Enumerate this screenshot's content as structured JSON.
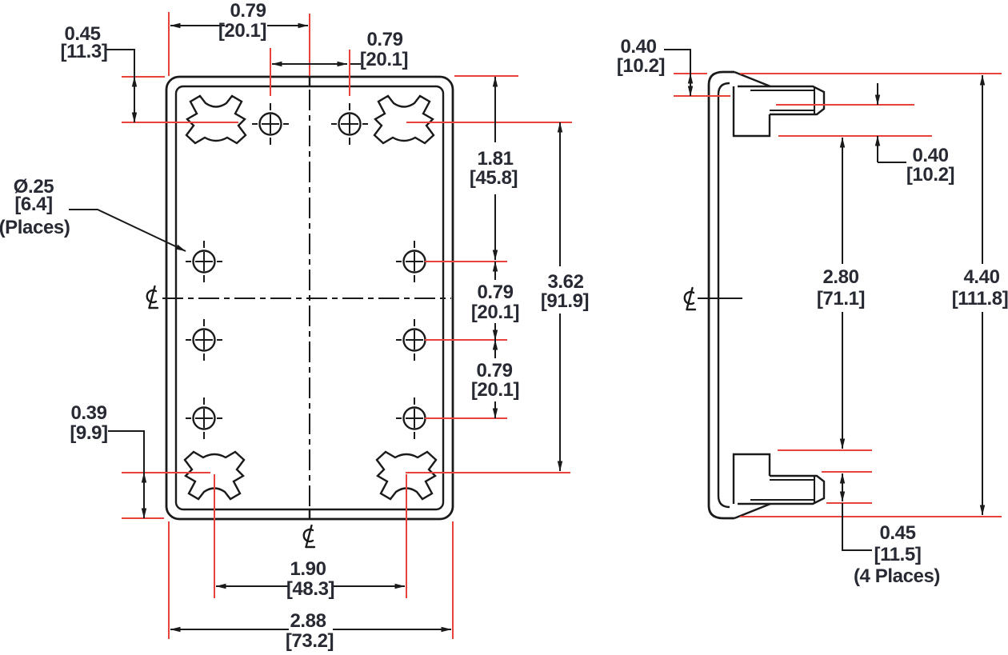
{
  "colors": {
    "geometry_line": "#1a1a1a",
    "extension_line": "#e8423b",
    "dimension_text": "#272a33"
  },
  "front_view": {
    "description": "mounting plate front view",
    "dimensions": {
      "top_offset": {
        "in": "0.45",
        "mm": "[11.3]"
      },
      "top_pitch_outer": {
        "in": "0.79",
        "mm": "[20.1]"
      },
      "top_pitch_inner": {
        "in": "0.79",
        "mm": "[20.1]"
      },
      "hole_callout": {
        "dia": "Ø.25",
        "mm": "[6.4]",
        "note": "(Places)"
      },
      "edge_to_hole_row": {
        "in": "1.81",
        "mm": "[45.8]"
      },
      "clip_span_vertical": {
        "in": "3.62",
        "mm": "[91.9]"
      },
      "hole_row_pitch_upper": {
        "in": "0.79",
        "mm": "[20.1]"
      },
      "hole_row_pitch_lower": {
        "in": "0.79",
        "mm": "[20.1]"
      },
      "bottom_offset": {
        "in": "0.39",
        "mm": "[9.9]"
      },
      "clip_span_horizontal": {
        "in": "1.90",
        "mm": "[48.3]"
      },
      "overall_width": {
        "in": "2.88",
        "mm": "[73.2]"
      }
    }
  },
  "side_view": {
    "description": "mounting plate side profile view",
    "dimensions": {
      "top_recess": {
        "in": "0.40",
        "mm": "[10.2]"
      },
      "flange_recess": {
        "in": "0.40",
        "mm": "[10.2]"
      },
      "flange_inner_span": {
        "in": "2.80",
        "mm": "[71.1]"
      },
      "overall_height": {
        "in": "4.40",
        "mm": "[111.8]"
      },
      "clip_slot": {
        "in": "0.45",
        "mm": "[11.5]",
        "note": "(4 Places)"
      }
    }
  }
}
